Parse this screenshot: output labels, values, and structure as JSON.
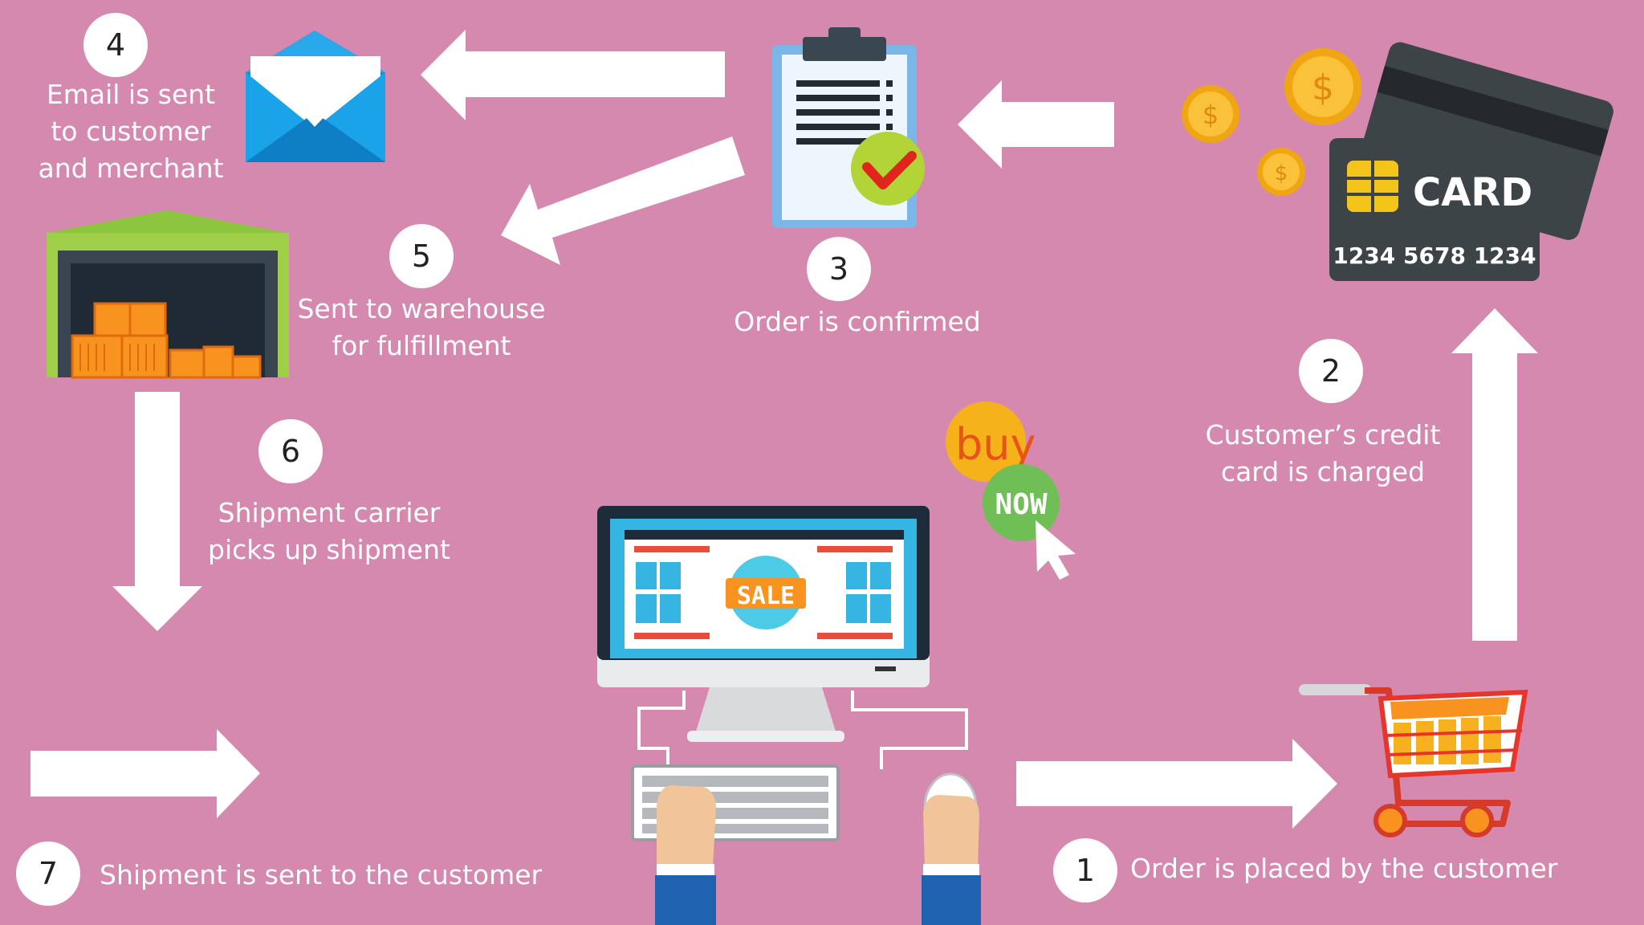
{
  "colors": {
    "background": "#d589ae",
    "arrow": "#ffffff",
    "accent_blue": "#1aa3e8",
    "accent_orange": "#f7931e",
    "accent_green": "#8cc63f",
    "card": "#3d4448",
    "coin": "#f5b21b"
  },
  "steps": [
    {
      "number": "1",
      "lines": [
        "Order is placed by the customer"
      ]
    },
    {
      "number": "2",
      "lines": [
        "Customer’s credit",
        "card is charged"
      ]
    },
    {
      "number": "3",
      "lines": [
        "Order is confirmed"
      ]
    },
    {
      "number": "4",
      "lines": [
        "Email is sent",
        "to customer",
        "and merchant"
      ]
    },
    {
      "number": "5",
      "lines": [
        "Sent to warehouse",
        "for fulfillment"
      ]
    },
    {
      "number": "6",
      "lines": [
        "Shipment carrier",
        "picks up shipment"
      ]
    },
    {
      "number": "7",
      "lines": [
        "Shipment is sent to the customer"
      ]
    }
  ],
  "card": {
    "brand": "CARD",
    "number": "1234 5678 1234"
  },
  "coin_symbol": "$",
  "computer": {
    "sale_badge": "SALE"
  },
  "buy_now": {
    "buy": "buy",
    "now": "NOW"
  },
  "icons": [
    "email-envelope-icon",
    "clipboard-checklist-icon",
    "credit-card-icon",
    "coin-icon",
    "warehouse-icon",
    "computer-icon",
    "shopping-cart-icon",
    "buy-now-badge-icon",
    "keyboard-icon",
    "mouse-icon",
    "hands-icon",
    "cursor-pointer-icon"
  ]
}
